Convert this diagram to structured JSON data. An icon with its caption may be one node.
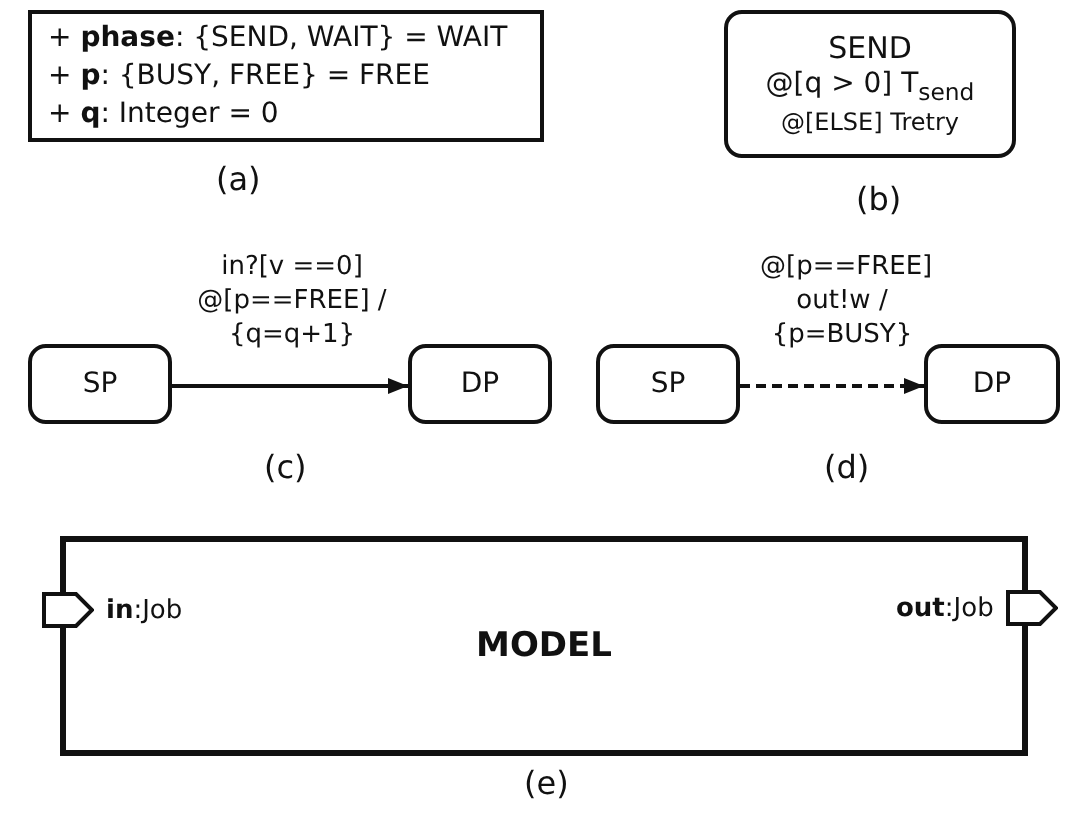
{
  "diagram": {
    "nodes": [
      {
        "text": [
          "+ **phase**: {SEND, WAIT} = WAIT",
          "+ **p**: {BUSY, FREE} = FREE",
          "+ **q**: Integer = 0"
        ]
      },
      {
        "text": [
          "SEND",
          "@[q > 0] T$_{send}$",
          "@[ELSE] Tretry"
        ]
      },
      {
        "text": [
          "SP"
        ]
      },
      {
        "text": [
          "DP"
        ]
      },
      {
        "text": [
          "SP"
        ]
      },
      {
        "text": [
          "DP"
        ]
      },
      {
        "text": [
          "MODEL"
        ]
      },
      {
        "text": [
          "**in**:Job"
        ]
      },
      {
        "text": [
          "**out**:Job"
        ]
      }
    ],
    "edges": [
      {
        "from": 2,
        "to": 3,
        "arrow": "to",
        "label": "in?[v ==0] @[p==FREE] / {q=q+1}"
      },
      {
        "from": 4,
        "to": 5,
        "arrow": "to",
        "label": "@[p==FREE] out!w / {p=BUSY}",
        "style": "dashed"
      }
    ],
    "labels": [
      "(a)",
      "(b)",
      "(c)",
      "(d)",
      "(e)"
    ]
  }
}
